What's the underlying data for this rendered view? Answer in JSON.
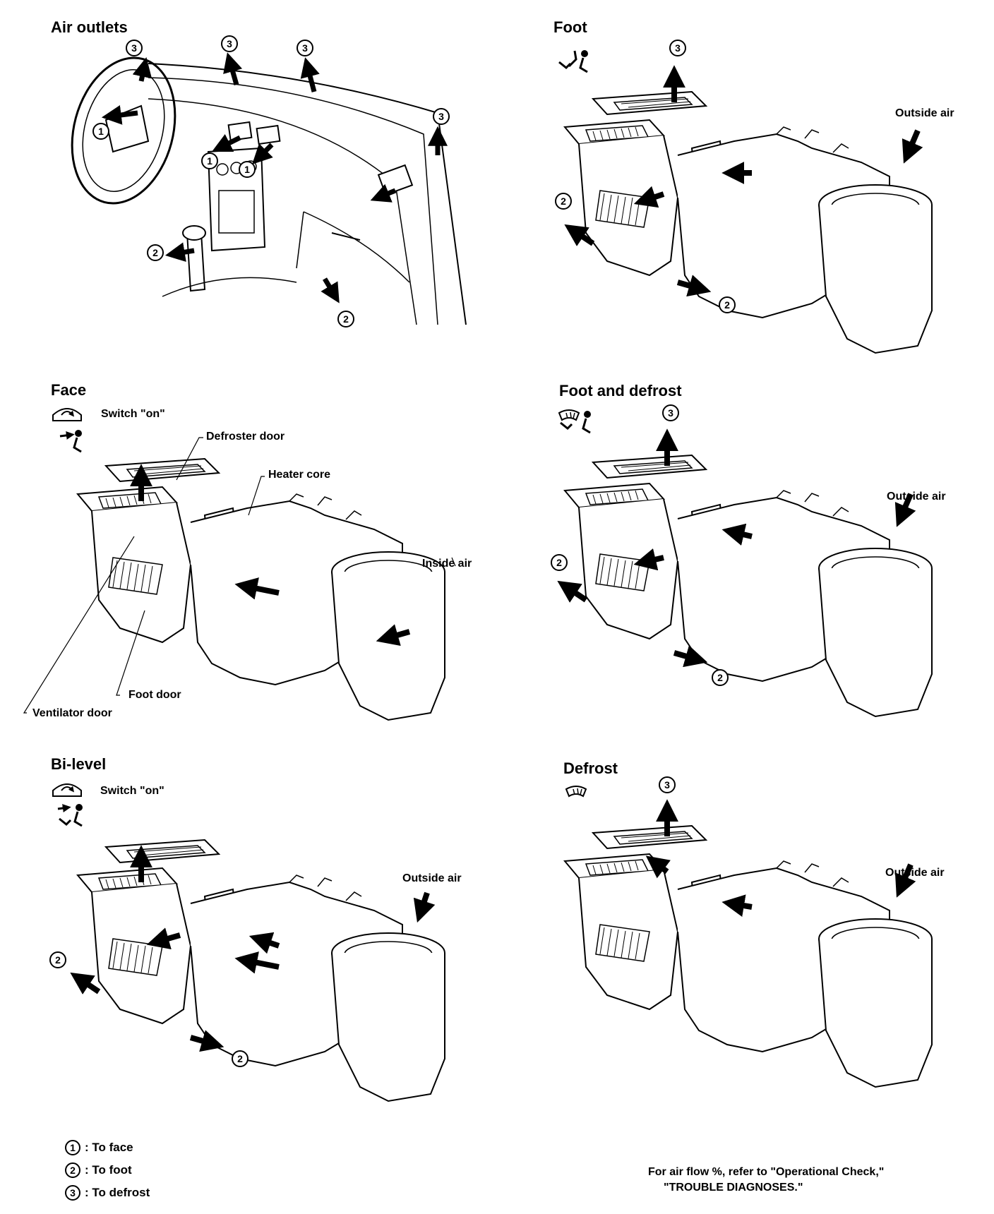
{
  "panels": {
    "air_outlets": {
      "title": "Air outlets"
    },
    "foot": {
      "title": "Foot",
      "outside_air": "Outside air"
    },
    "face": {
      "title": "Face",
      "switch_text": "Switch \"on\"",
      "labels": {
        "defroster_door": "Defroster door",
        "heater_core": "Heater core",
        "inside_air": "Inside air",
        "foot_door": "Foot door",
        "ventilator_door": "Ventilator door"
      }
    },
    "foot_defrost": {
      "title": "Foot and defrost",
      "outside_air": "Outside air"
    },
    "bi_level": {
      "title": "Bi-level",
      "switch_text": "Switch \"on\"",
      "outside_air": "Outside air"
    },
    "defrost": {
      "title": "Defrost",
      "outside_air": "Outside air"
    }
  },
  "markers": {
    "one": "1",
    "two": "2",
    "three": "3"
  },
  "legend": [
    {
      "num": "1",
      "text": ": To face"
    },
    {
      "num": "2",
      "text": ": To foot"
    },
    {
      "num": "3",
      "text": ": To defrost"
    }
  ],
  "note": {
    "line1": "For air flow %, refer to \"Operational Check,\"",
    "line2": "\"TROUBLE DIAGNOSES.\""
  },
  "icons": [
    "face-mode-icon",
    "foot-mode-icon",
    "bi-level-mode-icon",
    "foot-defrost-mode-icon",
    "defrost-icon",
    "recirculation-switch-icon"
  ]
}
